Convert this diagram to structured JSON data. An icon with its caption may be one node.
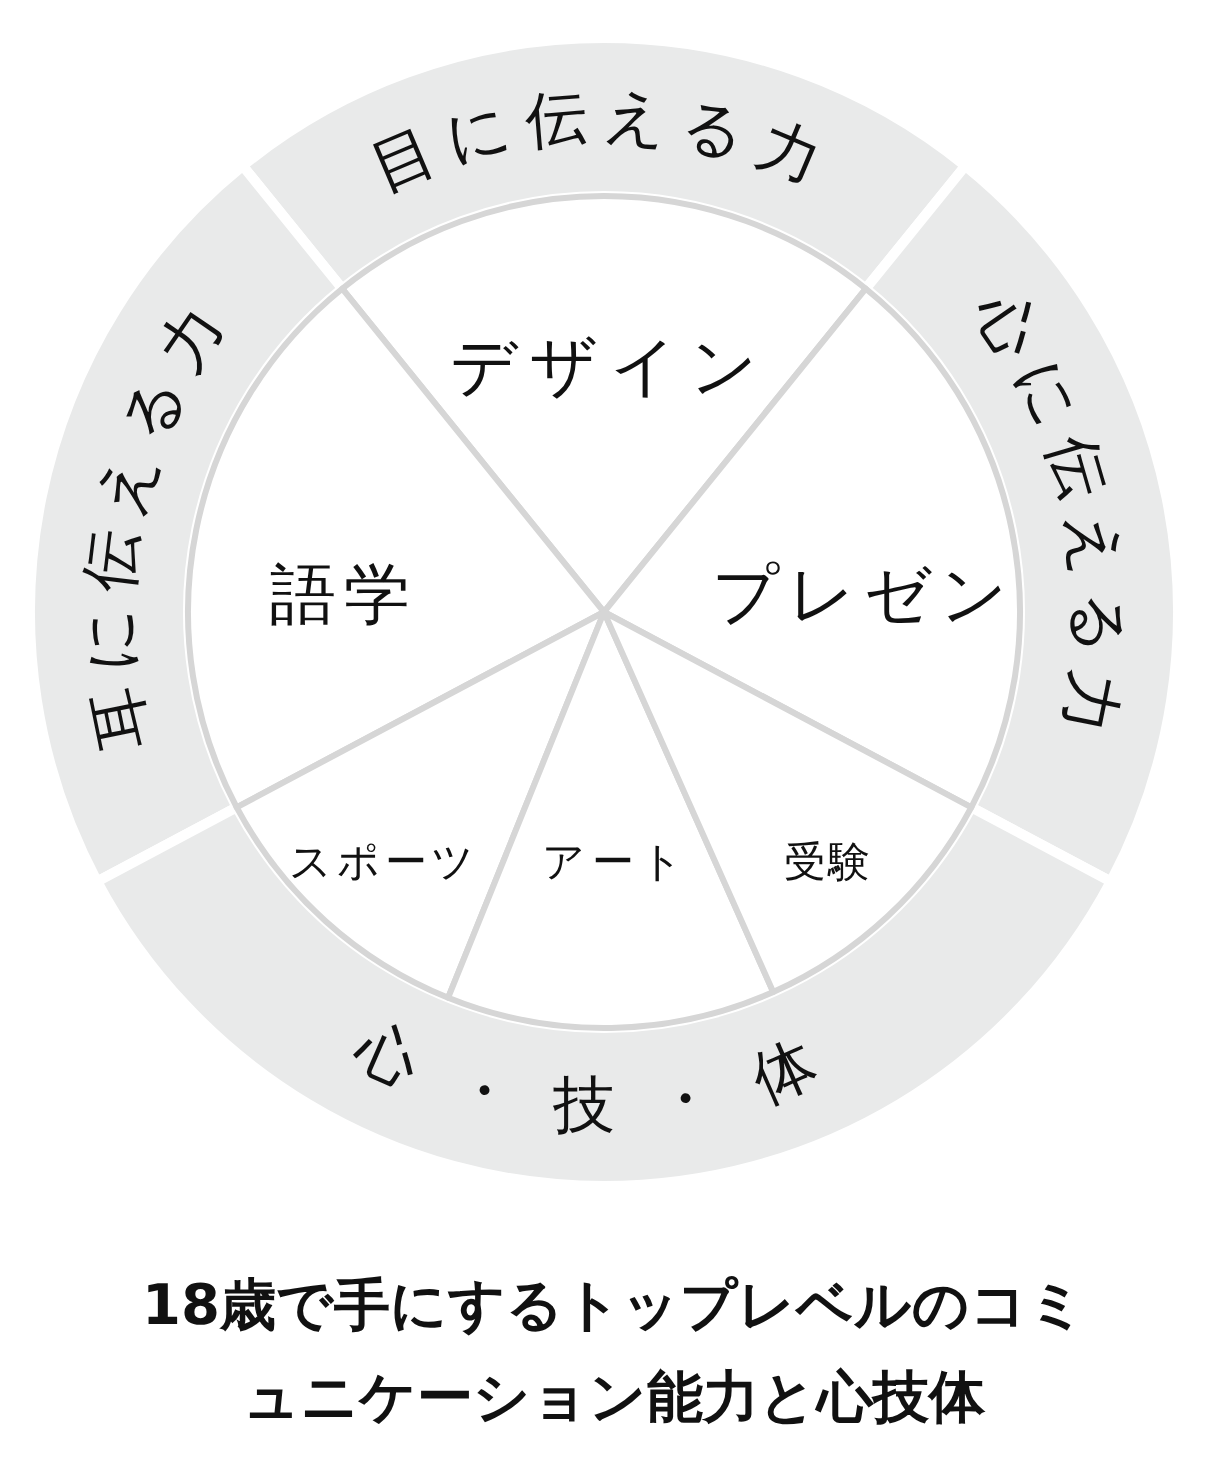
{
  "diagram": {
    "title": "18歳で手にするトップレベルのコミュニケーション能力と心技体",
    "nodes": [
      {
        "text": [
          "目に伝える力"
        ]
      },
      {
        "text": [
          "デザイン"
        ]
      },
      {
        "text": [
          "耳に伝える力"
        ]
      },
      {
        "text": [
          "語学"
        ]
      },
      {
        "text": [
          "プレゼン"
        ]
      },
      {
        "text": [
          "心に伝える力"
        ]
      },
      {
        "text": [
          "スポーツ"
        ]
      },
      {
        "text": [
          "アート"
        ]
      },
      {
        "text": [
          "受験"
        ]
      },
      {
        "text": [
          "心・技・体"
        ]
      }
    ]
  }
}
